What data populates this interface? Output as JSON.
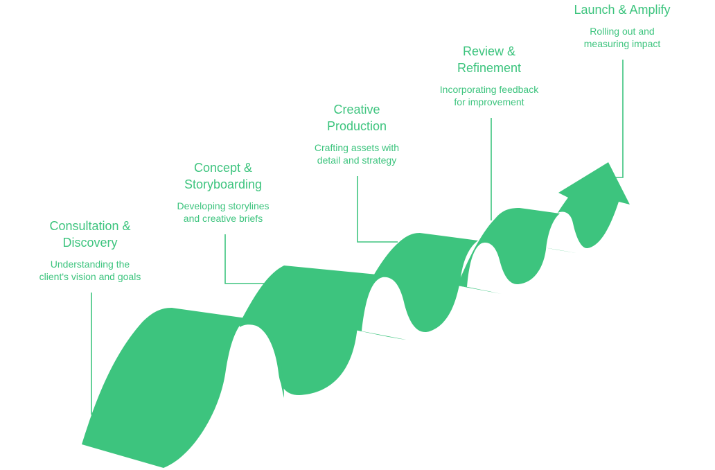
{
  "colors": {
    "ribbon": "#3DC47E",
    "text": "#3DC47E",
    "leader": "#3DC47E",
    "background": "#FFFFFF"
  },
  "steps": [
    {
      "title_lines": [
        "Consultation &",
        "Discovery"
      ],
      "desc_lines": [
        "Understanding the",
        "client's vision and goals"
      ]
    },
    {
      "title_lines": [
        "Concept &",
        "Storyboarding"
      ],
      "desc_lines": [
        "Developing storylines",
        "and creative briefs"
      ]
    },
    {
      "title_lines": [
        "Creative",
        "Production"
      ],
      "desc_lines": [
        "Crafting assets with",
        "detail and strategy"
      ]
    },
    {
      "title_lines": [
        "Review &",
        "Refinement"
      ],
      "desc_lines": [
        "Incorporating feedback",
        "for improvement"
      ]
    },
    {
      "title_lines": [
        "Launch & Amplify"
      ],
      "desc_lines": [
        "Rolling out and",
        "measuring impact"
      ]
    }
  ]
}
